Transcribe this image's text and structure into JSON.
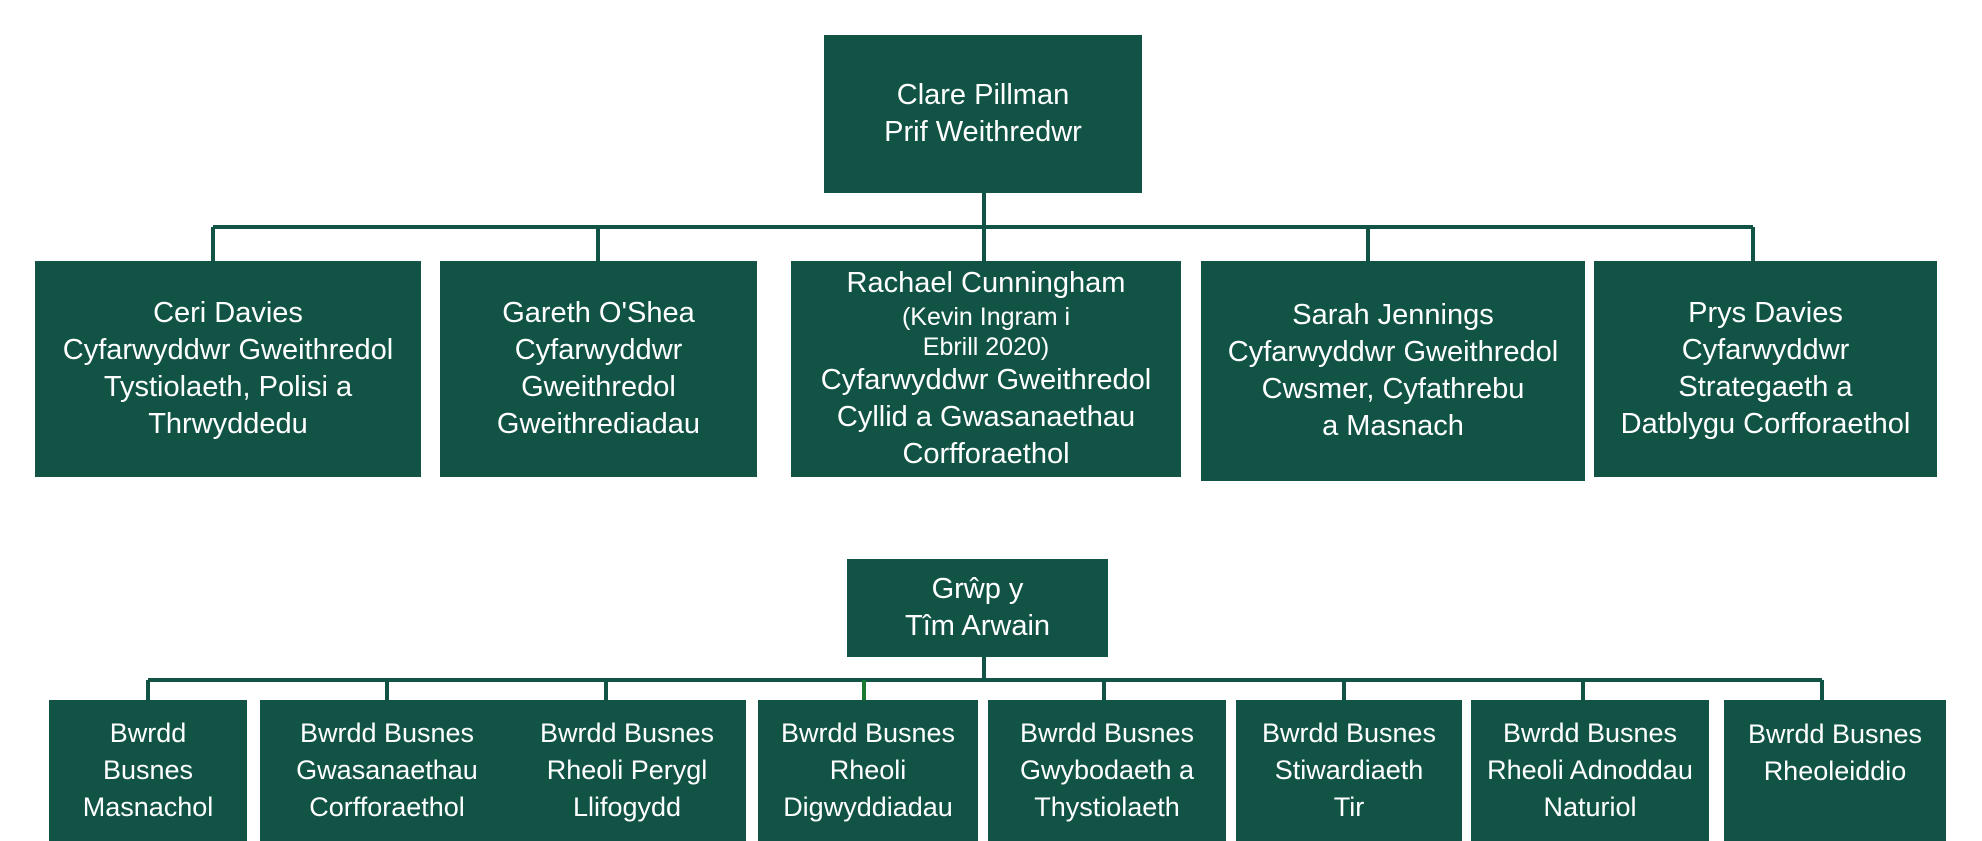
{
  "colors": {
    "box_fill": "#115446",
    "connector": "#115446",
    "connector_accent": "#1a7a30",
    "text": "#ffffff"
  },
  "ceo": {
    "lines": [
      "Clare Pillman",
      "Prif Weithredwr"
    ]
  },
  "directors": [
    {
      "lines": [
        "Ceri Davies",
        "Cyfarwyddwr Gweithredol",
        "Tystiolaeth, Polisi a",
        "Thrwyddedu"
      ]
    },
    {
      "lines": [
        "Gareth O'Shea",
        "Cyfarwyddwr",
        "Gweithredol",
        "Gweithrediadau"
      ]
    },
    {
      "lines": [
        "Rachael Cunningham",
        "(Kevin Ingram i",
        "Ebrill 2020)",
        "Cyfarwyddwr Gweithredol",
        "Cyllid a Gwasanaethau",
        "Corfforaethol"
      ]
    },
    {
      "lines": [
        "Sarah Jennings",
        "Cyfarwyddwr Gweithredol",
        "Cwsmer, Cyfathrebu",
        "a Masnach"
      ]
    },
    {
      "lines": [
        "Prys Davies",
        "Cyfarwyddwr",
        "Strategaeth a",
        "Datblygu Corfforaethol"
      ]
    }
  ],
  "group": {
    "lines": [
      "Grŵp y",
      "Tîm Arwain"
    ]
  },
  "boards": [
    {
      "lines": [
        "Bwrdd",
        "Busnes",
        "Masnachol"
      ]
    },
    {
      "lines": [
        "Bwrdd Busnes",
        "Gwasanaethau",
        "Corfforaethol"
      ]
    },
    {
      "lines": [
        "Bwrdd Busnes",
        "Rheoli Perygl",
        "Llifogydd"
      ]
    },
    {
      "lines": [
        "Bwrdd Busnes",
        "Rheoli",
        "Digwyddiadau"
      ]
    },
    {
      "lines": [
        "Bwrdd Busnes",
        "Gwybodaeth a",
        "Thystiolaeth"
      ]
    },
    {
      "lines": [
        "Bwrdd Busnes",
        "Stiwardiaeth",
        "Tir"
      ]
    },
    {
      "lines": [
        "Bwrdd Busnes",
        "Rheoli Adnoddau",
        "Naturiol"
      ]
    },
    {
      "lines": [
        "Bwrdd Busnes",
        "Rheoleiddio"
      ]
    }
  ]
}
